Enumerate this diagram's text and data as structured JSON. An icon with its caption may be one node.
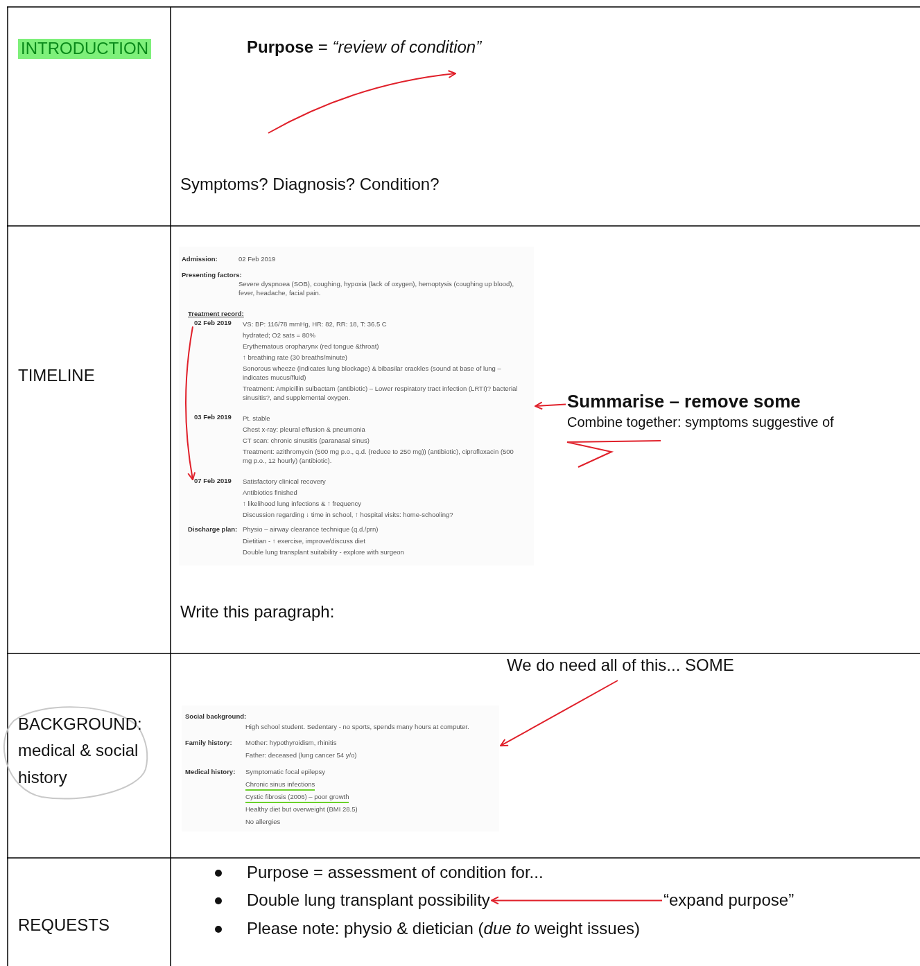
{
  "diagram": {
    "nodes": [
      {
        "text": [
          "**Purpose** = *“review of condition”*"
        ]
      },
      {
        "text": [
          "Admission:",
          "02 Feb 2019",
          "Presenting factors:",
          "Severe dyspnoea (SOB), coughing, hypoxia (lack of oxygen), hemoptysis (coughing up blood), fever, headache, facial pain.",
          "Treatment record:",
          "VS:  BP: 116/78 mmHg, HR: 82, RR: 18, T: 36.5 C",
          "hydrated; O2 sats = 80%",
          "Erythematous oropharynx (red tongue &throat)",
          "↑ breathing rate (30 breaths/minute)",
          "Sonorous wheeze (indicates lung blockage) & bibasilar crackles (sound at base of lung – indicates mucus/fluid)",
          "Treatment: Ampicillin sulbactam (antibiotic) – Lower respiratory tract infection (LRTI)? bacterial sinusitis?, and supplemental oxygen.",
          "Pt. stable",
          "Chest x-ray: pleural effusion & pneumonia",
          "CT scan: chronic sinusitis (paranasal sinus)",
          "Treatment: azithromycin (500 mg p.o., q.d. (reduce to 250 mg)) (antibiotic), ciprofloxacin (500 mg p.o., 12 hourly) (antibiotic).",
          "Satisfactory clinical recovery",
          "Antibiotics finished",
          "↑ likelihood lung infections & ↑ frequency",
          "Discussion regarding ↓ time in school, ↑ hospital visits: home-schooling?",
          "Discharge plan:",
          "Physio – airway clearance technique (q.d./prn)",
          "Dietitian - ↑ exercise, improve/discuss diet",
          "Double lung transplant suitability - explore with surgeon"
        ]
      },
      {
        "text": [
          "02 Feb 2019"
        ],
        "in": 1
      },
      {
        "text": [
          "03 Feb 2019"
        ],
        "in": 1
      },
      {
        "text": [
          "07 Feb 2019"
        ],
        "in": 1
      },
      {
        "text": [
          "Summarise – remove some",
          "Combine together: symptoms suggestive of"
        ]
      },
      {
        "text": [
          "We do need all of this... SOME"
        ]
      },
      {
        "text": [
          "Social background:",
          "High school student. Sedentary - no sports, spends many hours at computer.",
          "Family history:",
          "Mother: hypothyroidism, rhinitis",
          "Father:  deceased (lung cancer 54 y/o)",
          "Medical history:",
          "Symptomatic focal epilepsy",
          "Chronic sinus infections",
          "Cystic fibrosis (2006) – poor growth",
          "Healthy diet but overweight (BMI 28.5)",
          "No allergies"
        ]
      },
      {
        "text": [
          "Double lung transplant possibility"
        ]
      },
      {
        "text": [
          "“expand purpose”"
        ]
      }
    ],
    "edges": [
      {
        "from": null,
        "to": 0,
        "arrow": "to",
        "color": "#e0202a"
      },
      {
        "from": 2,
        "to": 4,
        "arrow": "to",
        "color": "#e0202a"
      },
      {
        "from": 5,
        "to": 1,
        "arrow": "to",
        "color": "#e0202a"
      },
      {
        "from": 6,
        "to": 7,
        "arrow": "to",
        "color": "#e0202a"
      },
      {
        "from": 9,
        "to": 8,
        "arrow": "to",
        "color": "#e0202a"
      }
    ],
    "labels": [
      "INTRODUCTION",
      "Symptoms? Diagnosis? Condition?",
      "TIMELINE",
      "Write this paragraph:",
      "BACKGROUND: medical & social history",
      "REQUESTS",
      "Purpose = assessment of condition for...",
      "Please note: physio & dietician (*due to* weight issues)"
    ]
  }
}
